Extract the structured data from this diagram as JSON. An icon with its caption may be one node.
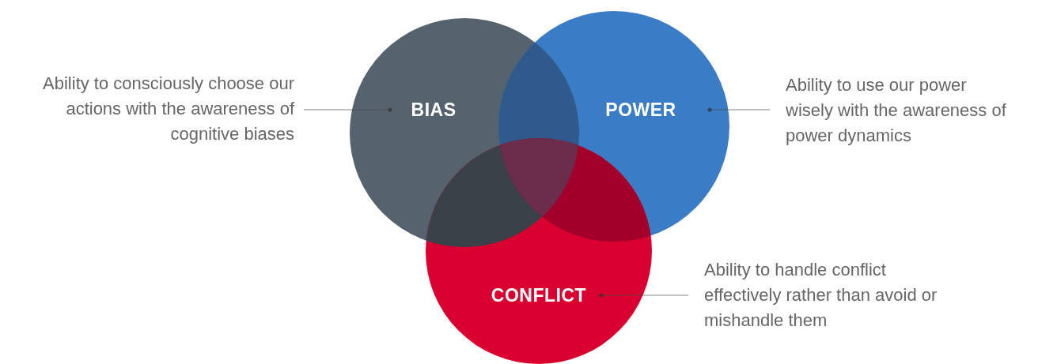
{
  "diagram": {
    "nodes": [
      {
        "text": [
          "Ability to consciously choose our actions with the awareness of cognitive biases"
        ]
      },
      {
        "text": [
          "BIAS"
        ]
      },
      {
        "text": [
          "POWER"
        ]
      },
      {
        "text": [
          "Ability to use our power wisely with the awareness of power dynamics"
        ]
      },
      {
        "text": [
          "CONFLICT"
        ]
      },
      {
        "text": [
          "Ability to handle conflict effectively rather than avoid or mishandle them"
        ]
      }
    ],
    "edges": [
      {
        "from": 0,
        "to": 1,
        "arrow": "other"
      },
      {
        "from": 3,
        "to": 2,
        "arrow": "other"
      },
      {
        "from": 5,
        "to": 4,
        "arrow": "other"
      }
    ]
  }
}
